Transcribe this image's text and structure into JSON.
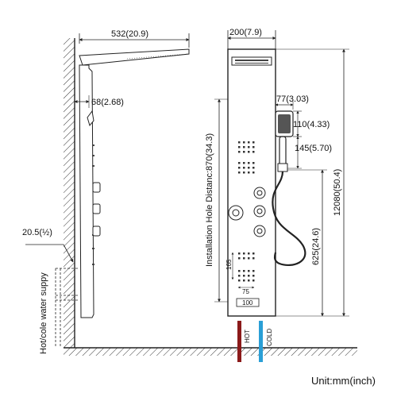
{
  "labels": {
    "width_top": "532(20.9)",
    "wall_offset": "68(2.68)",
    "panel_width": "200(7.9)",
    "handshower_width": "77(3.03)",
    "handshower_height": "110(4.33)",
    "holder_offset": "145(5.70)",
    "install_distance": "Installation Hole Distanc:870(34.3)",
    "total_height": "12080(50.4)",
    "hose_height": "625(24.6)",
    "pipe_label": "20.5(½)",
    "water_supply": "Hot/cole water suppy",
    "dim_165": "165",
    "dim_75": "75",
    "dim_100": "100",
    "hot": "HOT",
    "cold": "COLD",
    "unit": "Unit:mm(inch)"
  },
  "colors": {
    "line": "#222222",
    "hot_pipe": "#8b1a1a",
    "cold_pipe": "#2a9fd6",
    "panel_fill": "#ffffff",
    "dark": "#333333"
  }
}
